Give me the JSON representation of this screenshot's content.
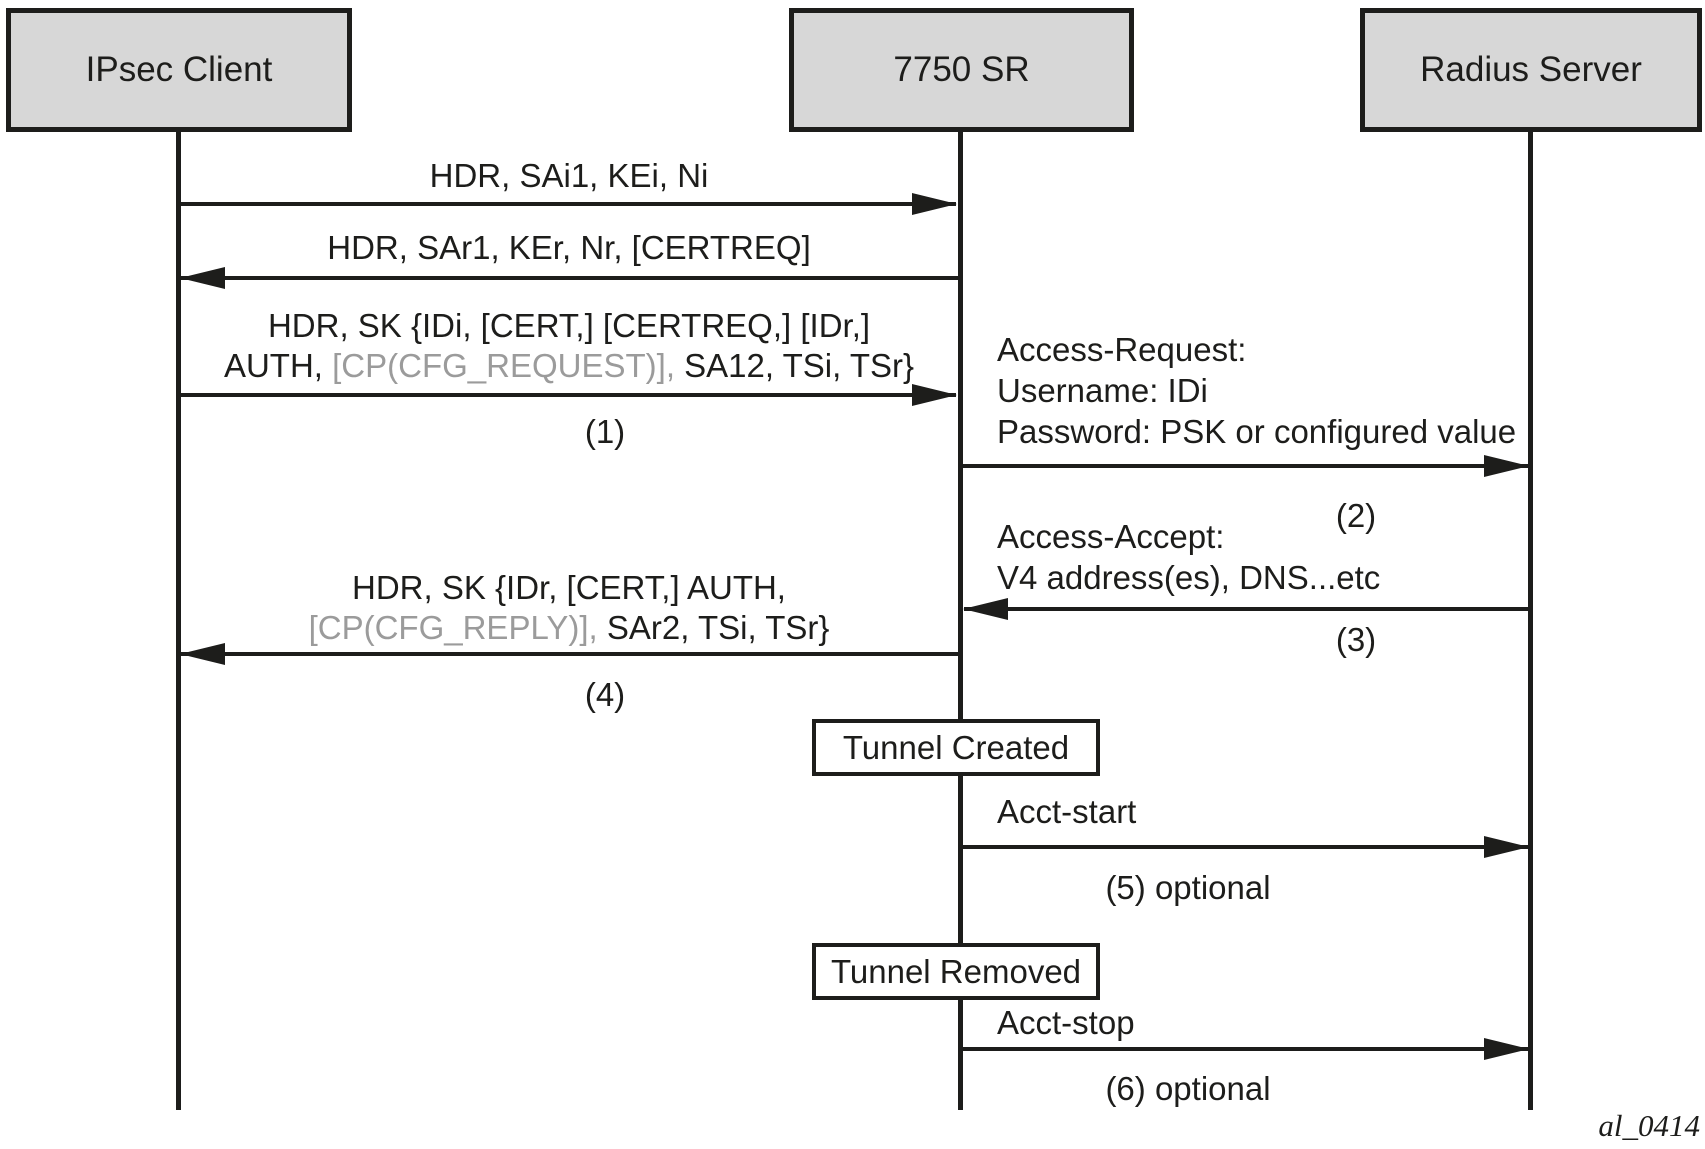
{
  "actors": [
    {
      "label": "IPsec Client"
    },
    {
      "label": "7750 SR"
    },
    {
      "label": "Radius Server"
    }
  ],
  "messages": {
    "ike_sa_init_request": {
      "text": "HDR, SAi1, KEi, Ni"
    },
    "ike_sa_init_response": {
      "text": "HDR, SAr1, KEr, Nr, [CERTREQ]"
    },
    "ike_auth_request": {
      "line1": "HDR, SK {IDi, [CERT,] [CERTREQ,] [IDr,]",
      "line2_pre": "AUTH, ",
      "line2_gray": "[CP(CFG_REQUEST)],",
      "line2_post": " SA12, TSi, TSr}",
      "step": "(1)"
    },
    "access_request": {
      "line1": "Access-Request:",
      "line2": "Username: IDi",
      "line3": "Password: PSK or configured value",
      "step": "(2)"
    },
    "access_accept": {
      "line1": "Access-Accept:",
      "line2": "V4 address(es), DNS...etc",
      "step": "(3)"
    },
    "ike_auth_response": {
      "line1": "HDR, SK {IDr, [CERT,] AUTH,",
      "line2_gray": "[CP(CFG_REPLY)],",
      "line2_post": " SAr2, TSi, TSr}",
      "step": "(4)"
    },
    "acct_start": {
      "text": "Acct-start",
      "step": "(5) optional"
    },
    "acct_stop": {
      "text": "Acct-stop",
      "step": "(6) optional"
    }
  },
  "states": {
    "tunnel_created": "Tunnel Created",
    "tunnel_removed": "Tunnel Removed"
  },
  "watermark": "al_0414",
  "colors": {
    "ink": "#1d1d1b",
    "muted": "#9b9b9b",
    "actor_fill": "#d7d7d7"
  }
}
